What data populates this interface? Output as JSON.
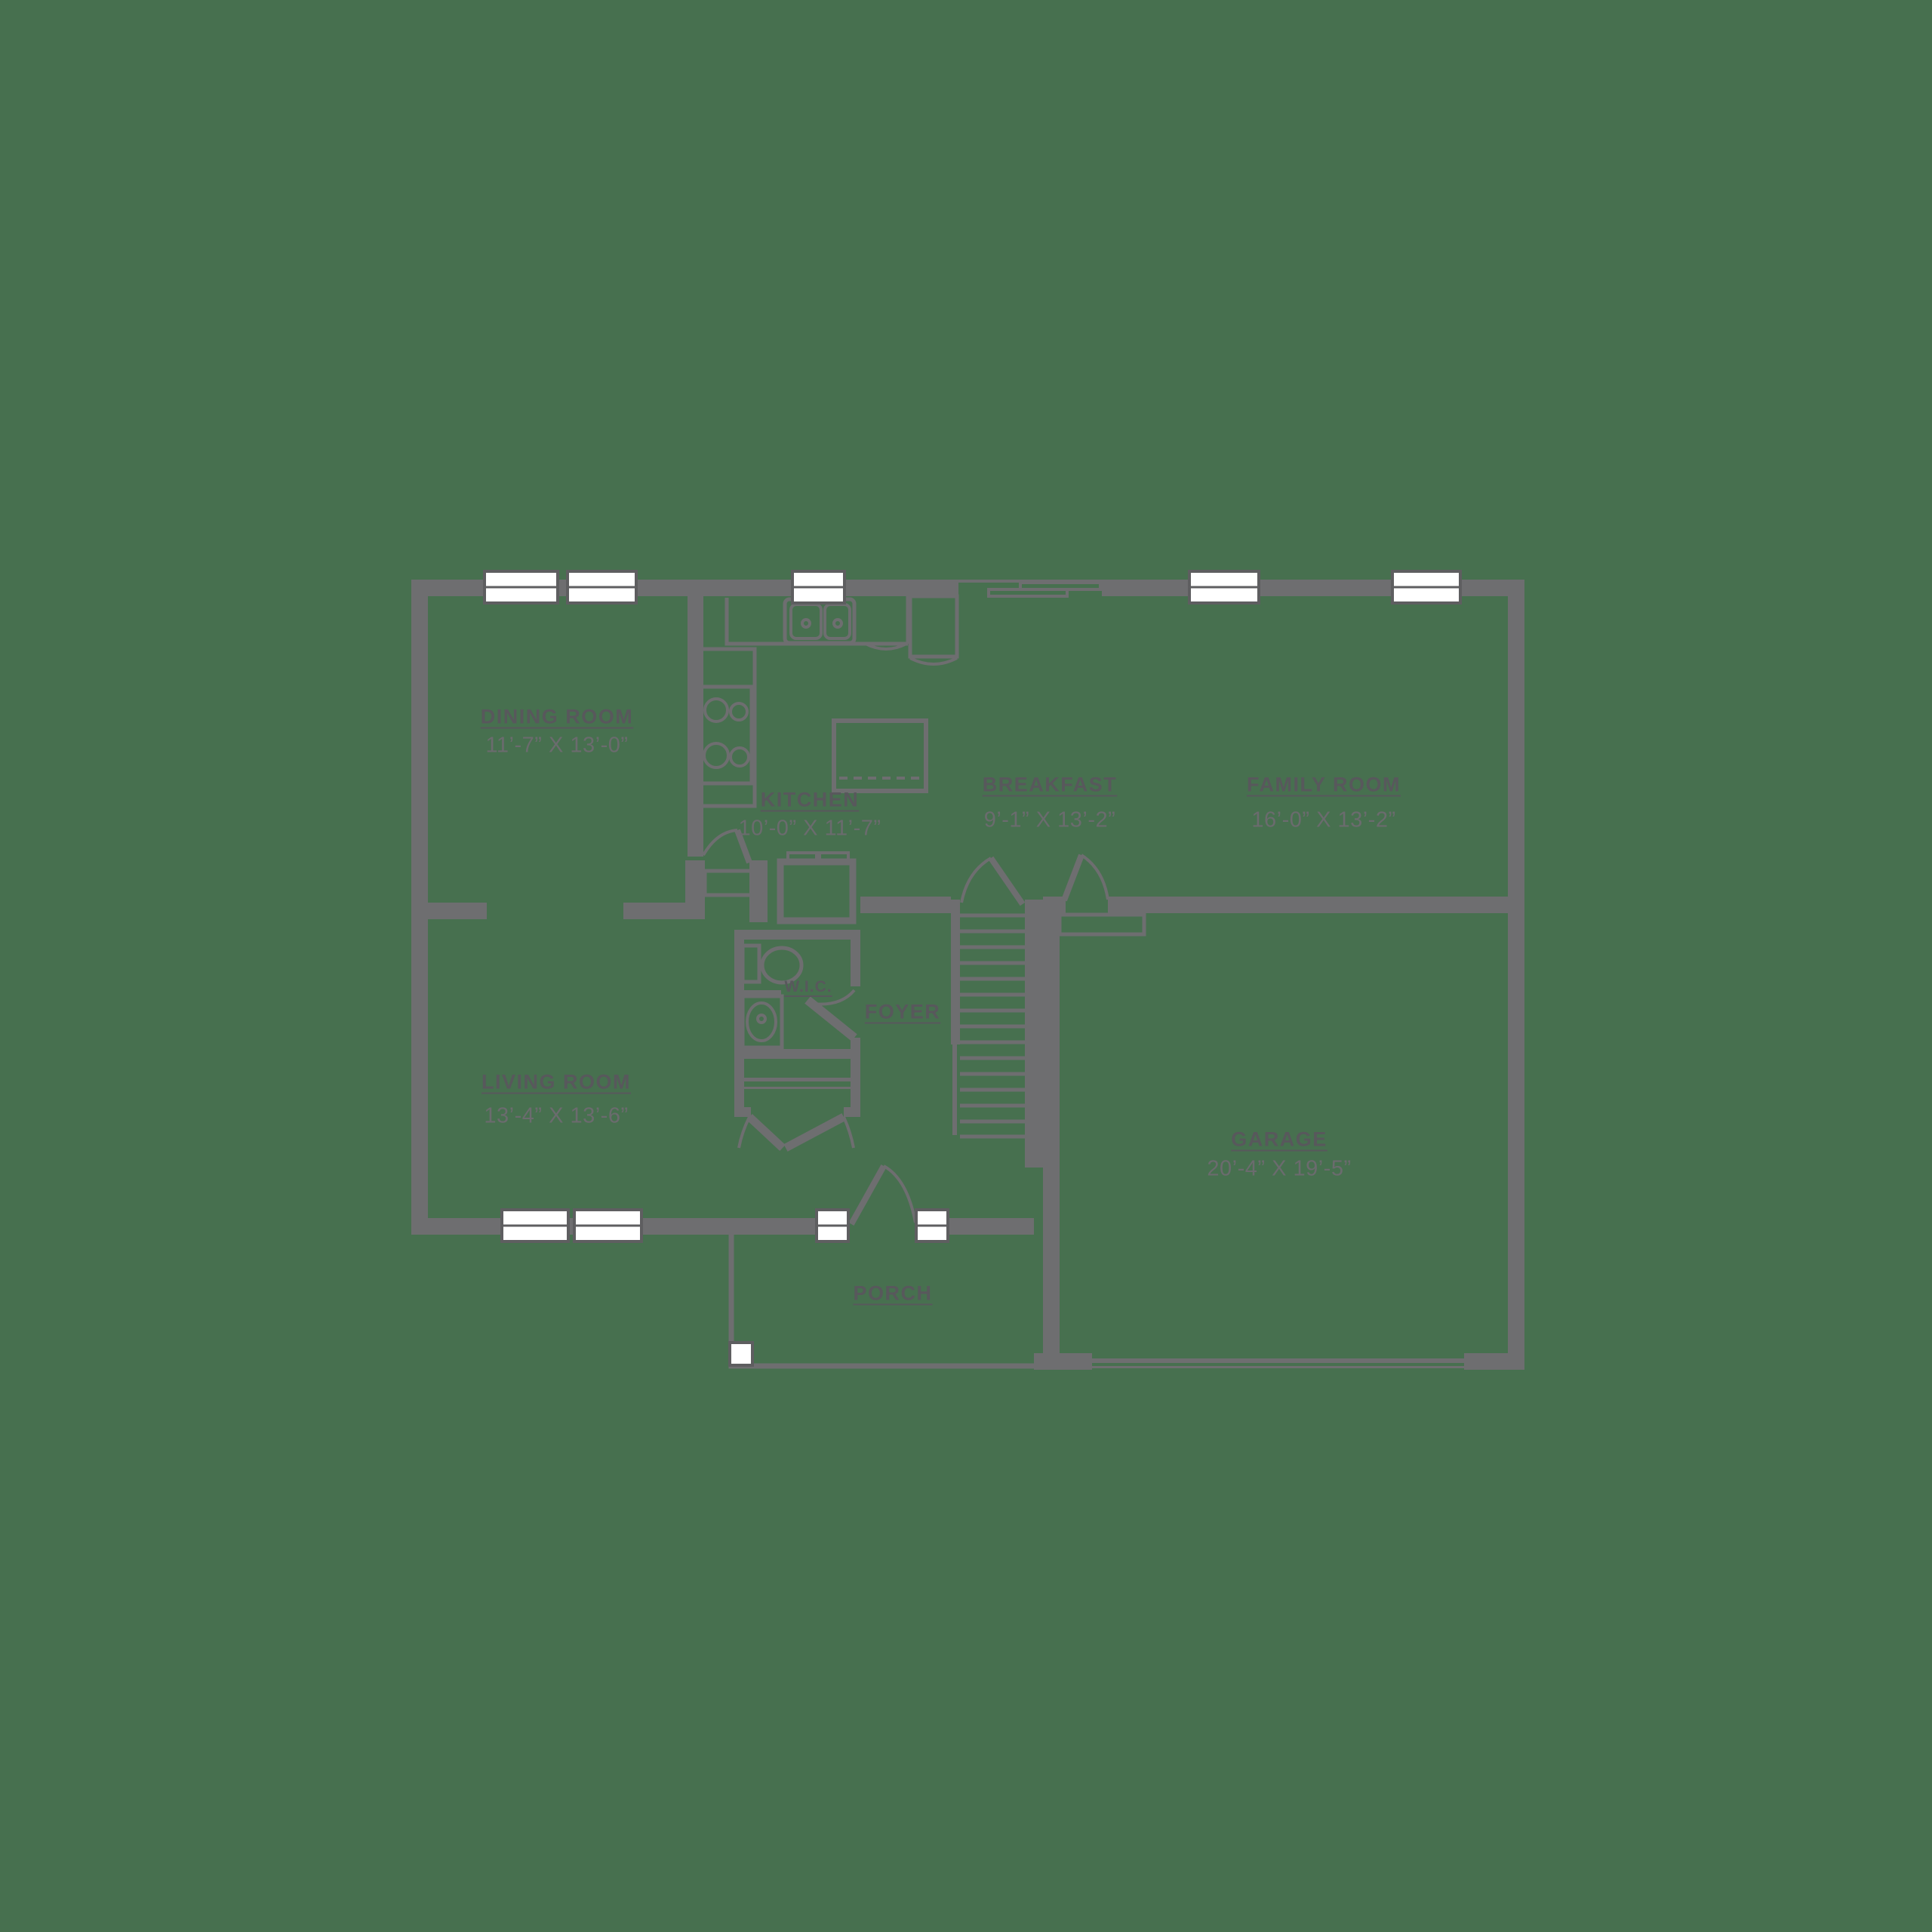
{
  "canvas": {
    "background": "#47704F"
  },
  "palette": {
    "wall": "#6E6E70",
    "line": "#6E6E70",
    "window_fill": "#FFFFFF",
    "window_border": "#5E5E60",
    "label": "#58585C",
    "dimension": "#6B6B6E"
  },
  "rooms": [
    {
      "name": "DINING ROOM",
      "dimensions": "11’-7” X 13’-0”"
    },
    {
      "name": "KITCHEN",
      "dimensions": "10’-0” X 11’-7”"
    },
    {
      "name": "BREAKFAST",
      "dimensions": "9’-1” X 13’-2”"
    },
    {
      "name": "FAMILY ROOM",
      "dimensions": "16’-0” X 13’-2”"
    },
    {
      "name": "LIVING ROOM",
      "dimensions": "13’-4” X 13’-6”"
    },
    {
      "name": "W.I.C."
    },
    {
      "name": "FOYER"
    },
    {
      "name": "GARAGE",
      "dimensions": "20’-4” X 19’-5”"
    },
    {
      "name": "PORCH"
    }
  ]
}
